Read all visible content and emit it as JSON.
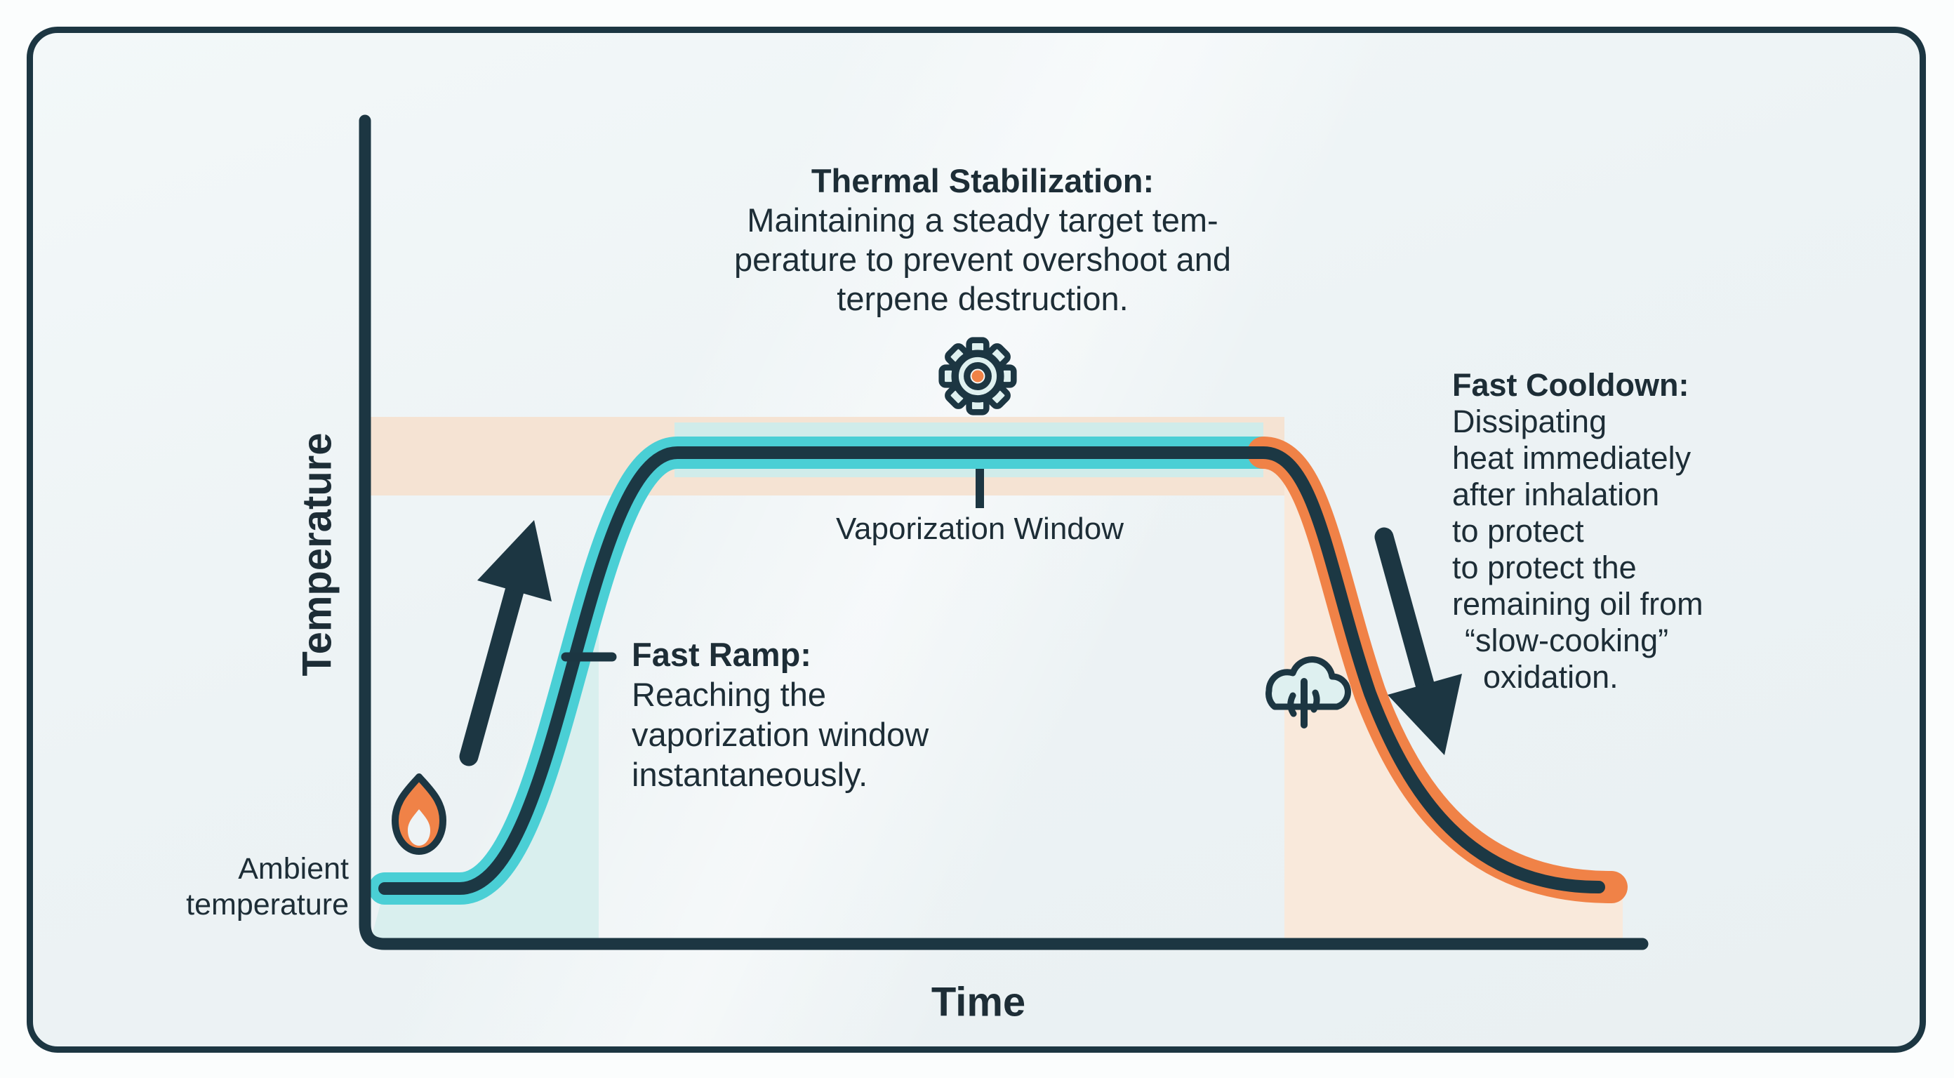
{
  "figure": {
    "type": "vaporizer temperature profile diagram",
    "background": "#edf3f5",
    "border_color": "#1c3642"
  },
  "colors": {
    "navy_line": "#1c3844",
    "teal_highlight": "#4acfd5",
    "orange_highlight": "#f08247",
    "peach_band": "#f5e3d3",
    "pale_teal_band": "#d0ecea",
    "pale_teal_fill": "#d9efee",
    "pale_peach_fill": "#f9e9db",
    "text": "#1d2d36"
  },
  "axes": {
    "y_label": "Temperature",
    "x_label": "Time"
  },
  "labels": {
    "ambient_line1": "Ambient",
    "ambient_line2": "temperature",
    "vaporization_window": "Vaporization Window"
  },
  "annotations": {
    "thermal": {
      "title": "Thermal Stabilization:",
      "lines": [
        "Maintaining a steady target tem-",
        "perature to prevent overshoot and",
        "terpene destruction."
      ]
    },
    "fast_ramp": {
      "title": "Fast Ramp:",
      "lines": [
        "Reaching the",
        "vaporization window",
        "instantaneously."
      ]
    },
    "fast_cooldown": {
      "title": "Fast Cooldown:",
      "lines": [
        "Dissipating",
        "heat immediately",
        "after inhalation",
        "to protect",
        "to protect the",
        "remaining oil from",
        "“slow-cooking”",
        "oxidation."
      ]
    }
  },
  "icons": {
    "flame": "flame-icon",
    "gear": "gear-icon",
    "vapor_cloud": "vapor-cloud-icon",
    "up_arrow": "ramp-up-arrow",
    "down_arrow": "cooldown-arrow"
  },
  "chart_data": {
    "type": "line",
    "title": "",
    "xlabel": "Time",
    "ylabel": "Temperature",
    "grid": false,
    "y_reference_levels": [
      "Ambient temperature",
      "Vaporization Window"
    ],
    "phases": [
      {
        "name": "Fast Ramp",
        "shape": "steep rise",
        "from_level": "Ambient temperature",
        "to_level": "Vaporization Window",
        "curve_highlight": "#4acfd5"
      },
      {
        "name": "Thermal Stabilization",
        "shape": "flat plateau",
        "level": "Vaporization Window",
        "curve_highlight": "#4acfd5"
      },
      {
        "name": "Fast Cooldown",
        "shape": "steep fall easing to flat",
        "from_level": "Vaporization Window",
        "to_level": "Ambient temperature",
        "curve_highlight": "#f08247"
      }
    ]
  }
}
